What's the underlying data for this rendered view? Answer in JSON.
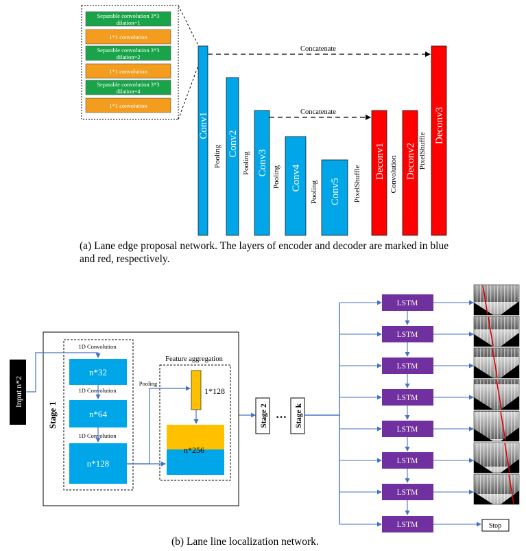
{
  "panel_a": {
    "legend": [
      {
        "text": "Separable convolution 3*3\ndilation=1",
        "color": "#1aa44a"
      },
      {
        "text": "1*1 convolution",
        "color": "#f39c1e"
      },
      {
        "text": "Separable convolution 3*3\ndilation=2",
        "color": "#1aa44a"
      },
      {
        "text": "1*1 convolution",
        "color": "#f39c1e"
      },
      {
        "text": "Separable convolution 3*3\ndilation=4",
        "color": "#1aa44a"
      },
      {
        "text": "1*1 convolution",
        "color": "#f39c1e"
      }
    ],
    "encoder": [
      "Conv1",
      "Conv2",
      "Conv3",
      "Conv4",
      "Conv5"
    ],
    "decoder": [
      "Deconv1",
      "Deconv2",
      "Deconv3"
    ],
    "ops": [
      "Pooling",
      "Pooling",
      "Pooling",
      "Pooling",
      "PixelShuffle",
      "Convolution",
      "PixelShuffle"
    ],
    "concat_label": "Concatenate",
    "caption": "(a)  Lane edge proposal network. The layers of encoder and decoder are marked in blue and red, respectively.",
    "colors": {
      "encoder": "#00a6e8",
      "decoder": "#ff0000"
    }
  },
  "panel_b": {
    "input_label": "Input n*2",
    "stage1_label": "Stage 1",
    "conv_label": "1D Convolution",
    "blocks": [
      "n*32",
      "n*64",
      "n*128"
    ],
    "pooling_label": "Pooling",
    "feature_agg_label": "Feature aggregation",
    "vec_label": "1*128",
    "agg_label": "n*256",
    "stage2_label": "Stage 2",
    "ellipsis": "…",
    "stagek_label": "Stage k",
    "lstm_label": "LSTM",
    "lstm_count": 8,
    "stop_label": "Stop",
    "caption": "(b)  Lane line localization network.",
    "colors": {
      "lstm": "#7030a0",
      "block": "#00a6e8",
      "vec": "#ffc000",
      "arrow": "#4472c4"
    }
  }
}
